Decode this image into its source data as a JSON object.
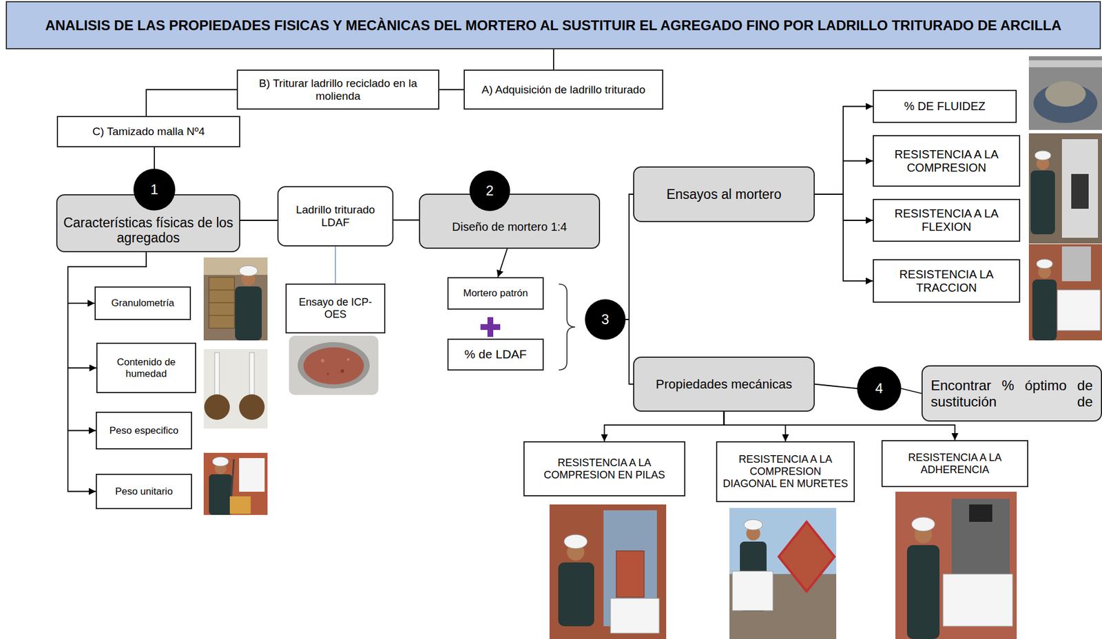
{
  "diagram": {
    "nodes": [
      {
        "text": [
          "ANALISIS DE LAS PROPIEDADES FISICAS Y MECÀNICAS DEL MORTERO AL SUSTITUIR EL AGREGADO FINO POR LADRILLO TRITURADO DE ARCILLA"
        ]
      },
      {
        "text": [
          "B) Triturar ladrillo reciclado en la molienda"
        ]
      },
      {
        "text": [
          "A) Adquisición de ladrillo triturado"
        ]
      },
      {
        "text": [
          "C) Tamizado malla Nº4"
        ]
      },
      {
        "text": [
          "1"
        ]
      },
      {
        "text": [
          "Características físicas de los agregados"
        ]
      },
      {
        "text": [
          "Ladrillo triturado LDAF"
        ]
      },
      {
        "text": [
          "2"
        ]
      },
      {
        "text": [
          "Diseño de mortero 1:4"
        ]
      },
      {
        "text": [
          "Ensayos al mortero"
        ]
      },
      {
        "text": [
          "% DE FLUIDEZ"
        ]
      },
      {
        "text": [
          "RESISTENCIA A LA COMPRESION"
        ]
      },
      {
        "text": [
          "RESISTENCIA A LA FLEXION"
        ]
      },
      {
        "text": [
          "RESISTENCIA LA TRACCION"
        ]
      },
      {
        "text": [
          "Granulometría"
        ]
      },
      {
        "text": [
          "Ensayo de ICP- OES"
        ]
      },
      {
        "text": [
          "Mortero patrón"
        ]
      },
      {
        "text": [
          "3"
        ]
      },
      {
        "text": [
          "Contenido de humedad"
        ]
      },
      {
        "text": [
          "% de LDAF"
        ]
      },
      {
        "text": [
          "Propiedades mecánicas"
        ]
      },
      {
        "text": [
          "4"
        ]
      },
      {
        "text": [
          "Encontrar % óptimo de sustitución de"
        ]
      },
      {
        "text": [
          "Peso especifico"
        ]
      },
      {
        "text": [
          "Peso unitario"
        ]
      },
      {
        "text": [
          "RESISTENCIA A LA COMPRESION EN PILAS"
        ]
      },
      {
        "text": [
          "RESISTENCIA A LA COMPRESION DIAGONAL EN MURETES"
        ]
      },
      {
        "text": [
          "RESISTENCIA A LA ADHERENCIA"
        ]
      }
    ],
    "edges": [
      {
        "from": 0,
        "to": 2,
        "arrow": "none"
      },
      {
        "from": 2,
        "to": 1,
        "arrow": "none"
      },
      {
        "from": 1,
        "to": 3,
        "arrow": "none"
      },
      {
        "from": 3,
        "to": 4,
        "arrow": "none"
      },
      {
        "from": 5,
        "to": 6,
        "arrow": "none"
      },
      {
        "from": 6,
        "to": 8,
        "arrow": "none"
      },
      {
        "from": 6,
        "to": 15,
        "arrow": "none"
      },
      {
        "from": 5,
        "to": 14,
        "arrow": "to"
      },
      {
        "from": 5,
        "to": 18,
        "arrow": "to"
      },
      {
        "from": 5,
        "to": 23,
        "arrow": "to"
      },
      {
        "from": 5,
        "to": 24,
        "arrow": "to"
      },
      {
        "from": 8,
        "to": 16,
        "arrow": "to"
      },
      {
        "from": 17,
        "to": 9,
        "arrow": "none"
      },
      {
        "from": 17,
        "to": 20,
        "arrow": "none"
      },
      {
        "from": 9,
        "to": 10,
        "arrow": "to"
      },
      {
        "from": 9,
        "to": 11,
        "arrow": "to"
      },
      {
        "from": 9,
        "to": 12,
        "arrow": "to"
      },
      {
        "from": 9,
        "to": 13,
        "arrow": "to"
      },
      {
        "from": 20,
        "to": 21,
        "arrow": "none"
      },
      {
        "from": 21,
        "to": 22,
        "arrow": "none"
      },
      {
        "from": 20,
        "to": 25,
        "arrow": "to"
      },
      {
        "from": 20,
        "to": 26,
        "arrow": "to"
      },
      {
        "from": 20,
        "to": 27,
        "arrow": "to"
      }
    ]
  }
}
